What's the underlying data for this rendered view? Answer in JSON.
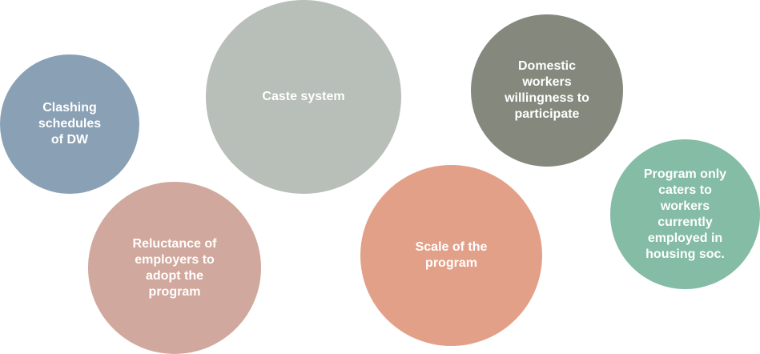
{
  "bubbles": {
    "clashing": {
      "label": "Clashing schedules of DW",
      "color": "#8aa1b5"
    },
    "caste": {
      "label": "Caste system",
      "color": "#b8beb8"
    },
    "domestic": {
      "label": "Domestic workers willingness to participate",
      "color": "#85897d"
    },
    "reluctance": {
      "label": "Reluctance of employers to adopt the program",
      "color": "#d1a89d"
    },
    "scale": {
      "label": "Scale of the program",
      "color": "#e3a088"
    },
    "program": {
      "label": "Program only caters to workers currently employed in housing soc.",
      "color": "#84bca5"
    }
  }
}
